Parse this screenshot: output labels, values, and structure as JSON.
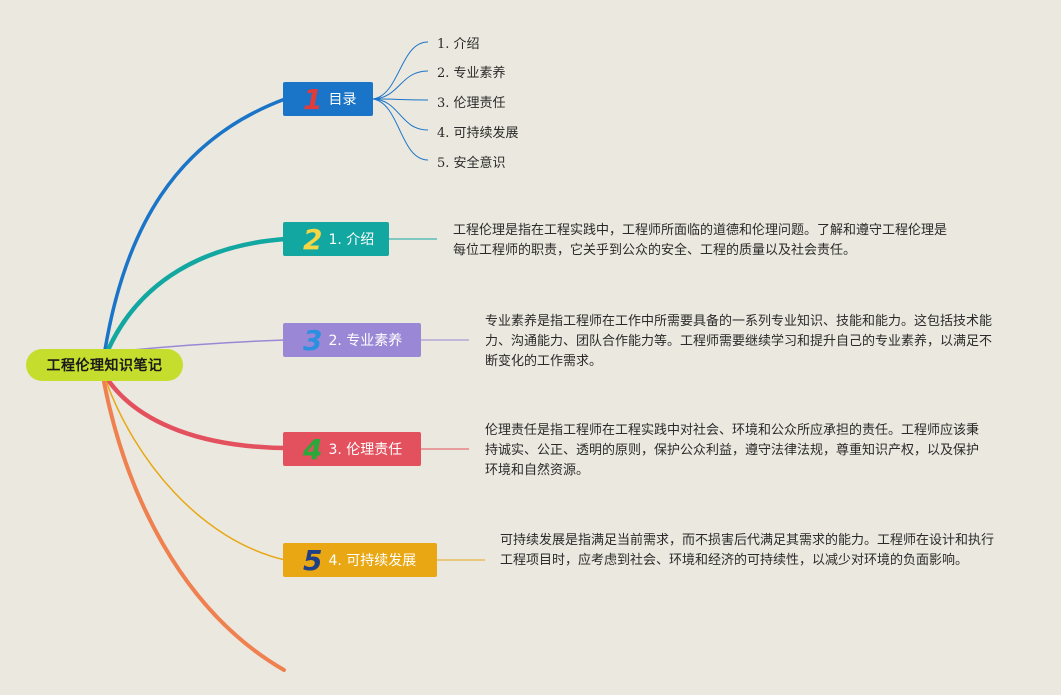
{
  "root": {
    "title": "工程伦理知识笔记"
  },
  "topics": [
    {
      "num": "1",
      "label": "目录",
      "color": "#1a74c8",
      "numColor": "#e23b3b"
    },
    {
      "num": "2",
      "label": "1. 介绍",
      "color": "#12a7a0",
      "numColor": "#f2d646"
    },
    {
      "num": "3",
      "label": "2. 专业素养",
      "color": "#9a88d6",
      "numColor": "#2d8fe0"
    },
    {
      "num": "4",
      "label": "3. 伦理责任",
      "color": "#e3505e",
      "numColor": "#2aa83a"
    },
    {
      "num": "5",
      "label": "4. 可持续发展",
      "color": "#e8a713",
      "numColor": "#1f3f86"
    }
  ],
  "toc": [
    "1. 介绍",
    "2. 专业素养",
    "3. 伦理责任",
    "4. 可持续发展",
    "5. 安全意识"
  ],
  "descriptions": [
    "工程伦理是指在工程实践中，工程师所面临的道德和伦理问题。了解和遵守工程伦理是每位工程师的职责，它关乎到公众的安全、工程的质量以及社会责任。",
    "专业素养是指工程师在工作中所需要具备的一系列专业知识、技能和能力。这包括技术能力、沟通能力、团队合作能力等。工程师需要继续学习和提升自己的专业素养，以满足不断变化的工作需求。",
    "伦理责任是指工程师在工程实践中对社会、环境和公众所应承担的责任。工程师应该秉持诚实、公正、透明的原则，保护公众利益，遵守法律法规，尊重知识产权，以及保护环境和自然资源。",
    "可持续发展是指满足当前需求，而不损害后代满足其需求的能力。工程师在设计和执行工程项目时，应考虑到社会、环境和经济的可持续性，以减少对环境的负面影响。"
  ],
  "colors": {
    "background": "#ebe8df",
    "root": "#c5dd2c",
    "tail_branch": "#ef8050"
  }
}
